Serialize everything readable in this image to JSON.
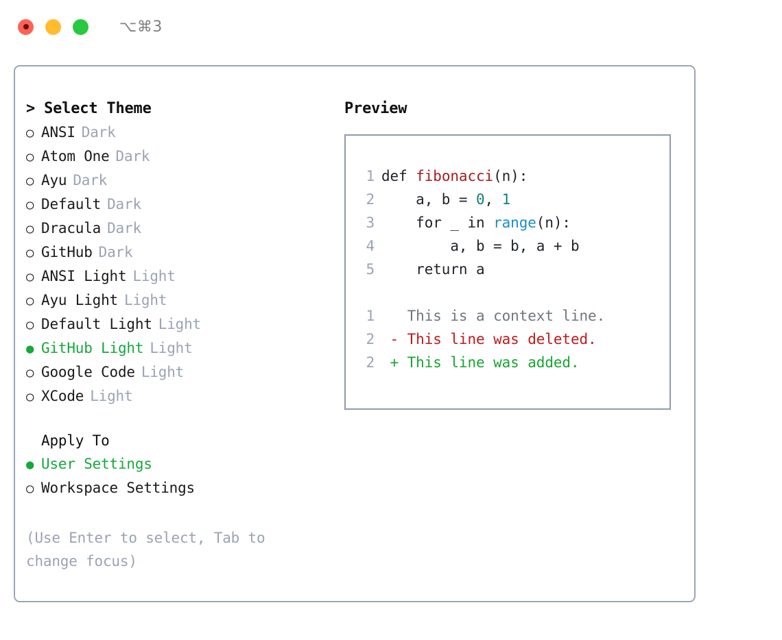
{
  "titlebar": {
    "shortcut": "⌥⌘3",
    "buttons": [
      {
        "name": "close",
        "color": "#ff6157"
      },
      {
        "name": "minimize",
        "color": "#ffbd2e"
      },
      {
        "name": "zoom",
        "color": "#28c840"
      }
    ]
  },
  "theme_selector": {
    "caret": ">",
    "header": "Select Theme",
    "bullet_off": "○",
    "bullet_on": "●",
    "items": [
      {
        "label": "ANSI",
        "tag": "Dark",
        "selected": false
      },
      {
        "label": "Atom One",
        "tag": "Dark",
        "selected": false
      },
      {
        "label": "Ayu",
        "tag": "Dark",
        "selected": false
      },
      {
        "label": "Default",
        "tag": "Dark",
        "selected": false
      },
      {
        "label": "Dracula",
        "tag": "Dark",
        "selected": false
      },
      {
        "label": "GitHub",
        "tag": "Dark",
        "selected": false
      },
      {
        "label": "ANSI Light",
        "tag": "Light",
        "selected": false
      },
      {
        "label": "Ayu Light",
        "tag": "Light",
        "selected": false
      },
      {
        "label": "Default Light",
        "tag": "Light",
        "selected": false
      },
      {
        "label": "GitHub Light",
        "tag": "Light",
        "selected": true
      },
      {
        "label": "Google Code",
        "tag": "Light",
        "selected": false
      },
      {
        "label": "XCode",
        "tag": "Light",
        "selected": false
      }
    ]
  },
  "apply_to": {
    "header": "Apply To",
    "items": [
      {
        "label": "User Settings",
        "selected": true
      },
      {
        "label": "Workspace Settings",
        "selected": false
      }
    ]
  },
  "hint": "(Use Enter to select, Tab to change focus)",
  "preview": {
    "title": "Preview",
    "code_lines": [
      {
        "num": "1",
        "tokens": [
          {
            "text": "def ",
            "kind": "plain"
          },
          {
            "text": "fibonacci",
            "kind": "fn"
          },
          {
            "text": "(n):",
            "kind": "plain"
          }
        ]
      },
      {
        "num": "2",
        "tokens": [
          {
            "text": "    a, b = ",
            "kind": "plain"
          },
          {
            "text": "0",
            "kind": "num"
          },
          {
            "text": ", ",
            "kind": "plain"
          },
          {
            "text": "1",
            "kind": "num"
          }
        ]
      },
      {
        "num": "3",
        "tokens": [
          {
            "text": "    for _ in ",
            "kind": "plain"
          },
          {
            "text": "range",
            "kind": "call"
          },
          {
            "text": "(n):",
            "kind": "plain"
          }
        ]
      },
      {
        "num": "4",
        "tokens": [
          {
            "text": "        a, b = b, a + b",
            "kind": "plain"
          }
        ]
      },
      {
        "num": "5",
        "tokens": [
          {
            "text": "    return a",
            "kind": "plain"
          }
        ]
      }
    ],
    "diff_lines": [
      {
        "num": "1",
        "marker": " ",
        "text": "This is a context line.",
        "kind": "ctx"
      },
      {
        "num": "2",
        "marker": "-",
        "text": "This line was deleted.",
        "kind": "del"
      },
      {
        "num": "2",
        "marker": "+",
        "text": "This line was added.",
        "kind": "add"
      }
    ]
  },
  "colors": {
    "panel_border": "#9aa5b5",
    "preview_border": "#8f9aab",
    "accent_green": "#15a83c",
    "muted": "#9aa3b4",
    "syntax_function": "#a61d1d",
    "syntax_number": "#0d8174",
    "syntax_call": "#1b8fc0",
    "diff_context": "#6e7781",
    "diff_deleted": "#c2191a",
    "diff_added": "#16a731"
  }
}
